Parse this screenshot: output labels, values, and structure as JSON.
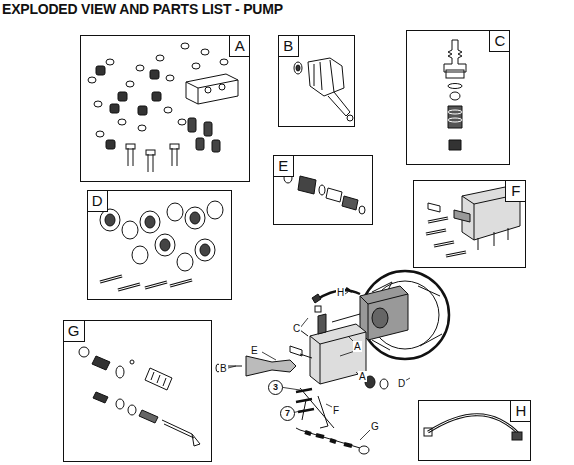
{
  "diagram": {
    "title": "EXPLODED VIEW AND PARTS LIST - PUMP",
    "nodes": [
      {
        "text": [
          "A"
        ]
      },
      {
        "text": [
          "B"
        ]
      },
      {
        "text": [
          "C"
        ]
      },
      {
        "text": [
          "D"
        ]
      },
      {
        "text": [
          "E"
        ]
      },
      {
        "text": [
          "F"
        ]
      },
      {
        "text": [
          "3"
        ]
      },
      {
        "text": [
          "7"
        ]
      },
      {
        "text": [
          "G"
        ]
      },
      {
        "text": [
          "H"
        ]
      }
    ],
    "labels": [
      "H",
      "C",
      "E",
      "A",
      "B",
      "A",
      "D",
      "F",
      "G"
    ]
  }
}
